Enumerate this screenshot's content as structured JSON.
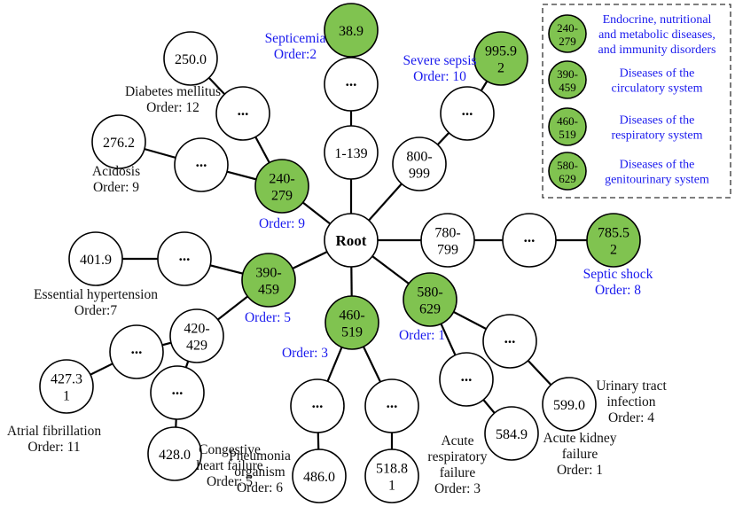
{
  "root_label": "Root",
  "ellipsis": "...",
  "nodes": {
    "n_38_9": {
      "lines": [
        "38.9"
      ],
      "color": "green"
    },
    "n_995_92": {
      "lines": [
        "995.9",
        "2"
      ],
      "color": "green"
    },
    "n_250": {
      "lines": [
        "250.0"
      ],
      "color": "white"
    },
    "n_276": {
      "lines": [
        "276.2"
      ],
      "color": "white"
    },
    "n_1_139": {
      "lines": [
        "1-139"
      ],
      "color": "white"
    },
    "n_800": {
      "lines": [
        "800-",
        "999"
      ],
      "color": "white"
    },
    "n_240": {
      "lines": [
        "240-",
        "279"
      ],
      "color": "green"
    },
    "n_780": {
      "lines": [
        "780-",
        "799"
      ],
      "color": "white"
    },
    "n_785": {
      "lines": [
        "785.5",
        "2"
      ],
      "color": "green"
    },
    "n_401": {
      "lines": [
        "401.9"
      ],
      "color": "white"
    },
    "n_390": {
      "lines": [
        "390-",
        "459"
      ],
      "color": "green"
    },
    "n_580": {
      "lines": [
        "580-",
        "629"
      ],
      "color": "green"
    },
    "n_460": {
      "lines": [
        "460-",
        "519"
      ],
      "color": "green"
    },
    "n_420": {
      "lines": [
        "420-",
        "429"
      ],
      "color": "white"
    },
    "n_427": {
      "lines": [
        "427.3",
        "1"
      ],
      "color": "white"
    },
    "n_428": {
      "lines": [
        "428.0"
      ],
      "color": "white"
    },
    "n_486": {
      "lines": [
        "486.0"
      ],
      "color": "white"
    },
    "n_518": {
      "lines": [
        "518.8",
        "1"
      ],
      "color": "white"
    },
    "n_584": {
      "lines": [
        "584.9"
      ],
      "color": "white"
    },
    "n_599": {
      "lines": [
        "599.0"
      ],
      "color": "white"
    }
  },
  "labels": {
    "septicemia": {
      "lines": [
        "Septicemia",
        "Order:2"
      ],
      "color": "blue"
    },
    "severe_sepsis": {
      "lines": [
        "Severe sepsis",
        "Order: 10"
      ],
      "color": "blue"
    },
    "diabetes": {
      "lines": [
        "Diabetes mellitus",
        "Order: 12"
      ],
      "color": "black"
    },
    "acidosis": {
      "lines": [
        "Acidosis",
        "Order: 9"
      ],
      "color": "black"
    },
    "order_240": {
      "lines": [
        "Order: 9"
      ],
      "color": "blue"
    },
    "septic_shock": {
      "lines": [
        "Septic shock",
        "Order: 8"
      ],
      "color": "blue"
    },
    "essential_htn": {
      "lines": [
        "Essential hypertension",
        "Order:7"
      ],
      "color": "black"
    },
    "order_390": {
      "lines": [
        "Order: 5"
      ],
      "color": "blue"
    },
    "order_580": {
      "lines": [
        "Order: 1"
      ],
      "color": "blue"
    },
    "order_460": {
      "lines": [
        "Order: 3"
      ],
      "color": "blue"
    },
    "atrial_fib": {
      "lines": [
        "Atrial fibrillation",
        "Order: 11"
      ],
      "color": "black"
    },
    "chf": {
      "lines": [
        "Congestive",
        "heart failure",
        "Order: 5"
      ],
      "color": "black"
    },
    "pneumonia": {
      "lines": [
        "Pneumonia",
        "organism",
        "Order: 6"
      ],
      "color": "black"
    },
    "resp_failure": {
      "lines": [
        "Acute",
        "respiratory",
        "failure",
        "Order: 3"
      ],
      "color": "black"
    },
    "kidney_failure": {
      "lines": [
        "Acute kidney",
        "failure",
        "Order: 1"
      ],
      "color": "black"
    },
    "uti": {
      "lines": [
        "Urinary tract",
        "infection",
        "Order: 4"
      ],
      "color": "black"
    }
  },
  "legend": [
    {
      "code": [
        "240-",
        "279"
      ],
      "text": [
        "Endocrine, nutritional",
        "and metabolic diseases,",
        "and immunity disorders"
      ]
    },
    {
      "code": [
        "390-",
        "459"
      ],
      "text": [
        "Diseases of the",
        "circulatory system"
      ]
    },
    {
      "code": [
        "460-",
        "519"
      ],
      "text": [
        "Diseases of the",
        "respiratory system"
      ]
    },
    {
      "code": [
        "580-",
        "629"
      ],
      "text": [
        "Diseases of the",
        "genitourinary system"
      ]
    }
  ],
  "colors": {
    "green": "#80c350",
    "white": "#ffffff",
    "blue_text": "#1a1aee",
    "black_text": "#111111"
  }
}
